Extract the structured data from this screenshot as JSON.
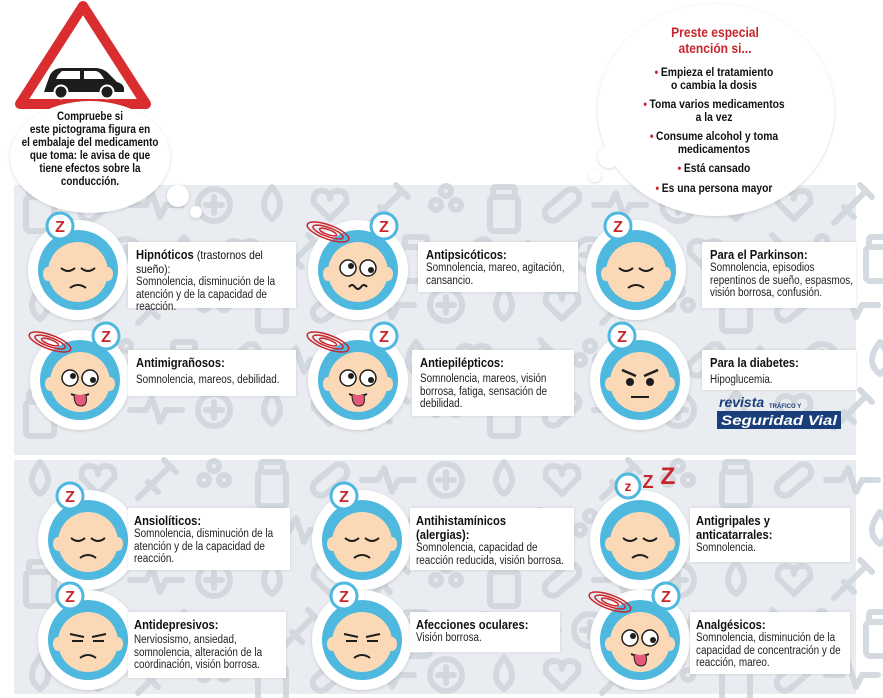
{
  "warning": {
    "lines": [
      "Compruebe si",
      "este pictograma figura en",
      "el embalaje del medicamento",
      "que toma: le avisa de que",
      "tiene efectos sobre la",
      "conducción."
    ],
    "icon": "car-warning-triangle-icon"
  },
  "attention": {
    "title_lines": [
      "Preste especial",
      "atención si..."
    ],
    "items": [
      "Empieza el tratamiento o cambia la dosis",
      "Toma varios medicamentos a la vez",
      "Consume alcohol y toma medicamentos",
      "Está cansado",
      "Es una persona mayor"
    ],
    "item_lines": [
      [
        "Empieza el tratamiento",
        "o cambia la dosis"
      ],
      [
        "Toma varios medicamentos",
        "a la vez"
      ],
      [
        "Consume alcohol y toma",
        "medicamentos"
      ],
      [
        "Está cansado"
      ],
      [
        "Es una persona mayor"
      ]
    ]
  },
  "categories": [
    {
      "title": "Hipnóticos",
      "subtitle": "(trastornos del sueño):",
      "desc": "Somnolencia, disminución de la atención y de la capacidad de reacción.",
      "face": "sleepy"
    },
    {
      "title": "Antipsicóticos:",
      "desc": "Somnolencia, mareo, agitación, cansancio.",
      "face": "dizzy"
    },
    {
      "title": "Para el Parkinson:",
      "desc": "Somnolencia, episodios repentinos de sueño, espasmos, visión borrosa, confusión.",
      "face": "sleepy"
    },
    {
      "title": "Antimigrañosos:",
      "desc": "Somnolencia, mareos, debilidad.",
      "face": "dizzy-tongue"
    },
    {
      "title": "Antiepilépticos:",
      "desc": "Somnolencia, mareos, visión borrosa, fatiga, sensación de debilidad.",
      "face": "dizzy-tongue"
    },
    {
      "title": "Para la diabetes:",
      "desc": "Hipoglucemia.",
      "face": "angry"
    },
    {
      "title": "Ansiolíticos:",
      "desc": "Somnolencia, disminución de la atención y de la capacidad de reacción.",
      "face": "sleepy"
    },
    {
      "title": "Antihistamínicos (alergias):",
      "desc": "Somnolencia, capacidad de reacción reducida, visión borrosa.",
      "face": "sleepy"
    },
    {
      "title": "Antigripales y anticatarrales:",
      "desc": "Somnolencia.",
      "face": "sleepy-zzz"
    },
    {
      "title": "Antidepresivos:",
      "desc": "Nerviosismo, ansiedad, somnolencia, alteración de la coordinación, visión borrosa.",
      "face": "tired"
    },
    {
      "title": "Afecciones oculares:",
      "desc": "Visión borrosa.",
      "face": "tired"
    },
    {
      "title": "Analgésicos:",
      "desc": "Somnolencia, disminución de la capacidad de concentración y de reacción, mareo.",
      "face": "dizzy-tongue"
    }
  ],
  "logo": {
    "line1": "revista",
    "line2": "TRÁFICO Y",
    "line3": "Seguridad Vial"
  },
  "colors": {
    "accent_red": "#c8262c",
    "ring_blue": "#4fb8df",
    "skin": "#fbd9b6",
    "pattern": "#d5d9df",
    "band_bg": "#e9ecf0",
    "logo_blue": "#1a3e7a"
  }
}
